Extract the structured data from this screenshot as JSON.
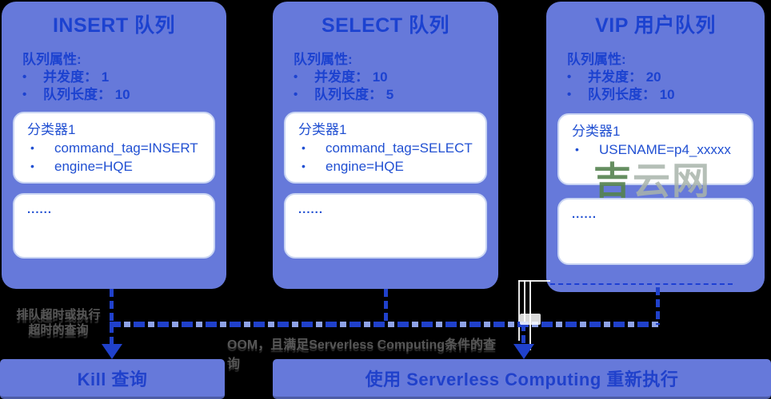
{
  "queues": [
    {
      "title": "INSERT 队列",
      "attrs_label": "队列属性:",
      "attrs": [
        "并发度： 1",
        "队列长度： 10"
      ],
      "classifier": {
        "title": "分类器1",
        "rules": [
          "command_tag=INSERT",
          "engine=HQE"
        ]
      },
      "more": "......"
    },
    {
      "title": "SELECT 队列",
      "attrs_label": "队列属性:",
      "attrs": [
        "并发度： 10",
        "队列长度： 5"
      ],
      "classifier": {
        "title": "分类器1",
        "rules": [
          "command_tag=SELECT",
          "engine=HQE"
        ]
      },
      "more": "......"
    },
    {
      "title": "VIP 用户队列",
      "attrs_label": "队列属性:",
      "attrs": [
        "并发度： 20",
        "队列长度： 10"
      ],
      "classifier": {
        "title": "分类器1",
        "rules": [
          "USENAME=p4_xxxxx"
        ]
      },
      "more": "......"
    }
  ],
  "flow_labels": {
    "kill_condition_line1": "排队超时或执行",
    "kill_condition_line2": "超时的查询",
    "serverless_condition": "OOM，且满足Serverless Computing条件的查询"
  },
  "actions": {
    "kill": "Kill 查询",
    "serverless": "使用 Serverless Computing 重新执行"
  },
  "watermark": {
    "part1": "吉",
    "part2": "云网"
  },
  "bullet_char": "•",
  "colors": {
    "panel_bg": "#6679da",
    "panel_text_blue": "#1c42d0",
    "box_text_blue": "#2150d2",
    "arrow_blue": "#2041cb",
    "arrow_light_blue": "#8fa3e8",
    "label_gray": "#575757",
    "watermark_green": "#55824f",
    "watermark_light_green": "#a9b4ab",
    "background": "#000000"
  }
}
